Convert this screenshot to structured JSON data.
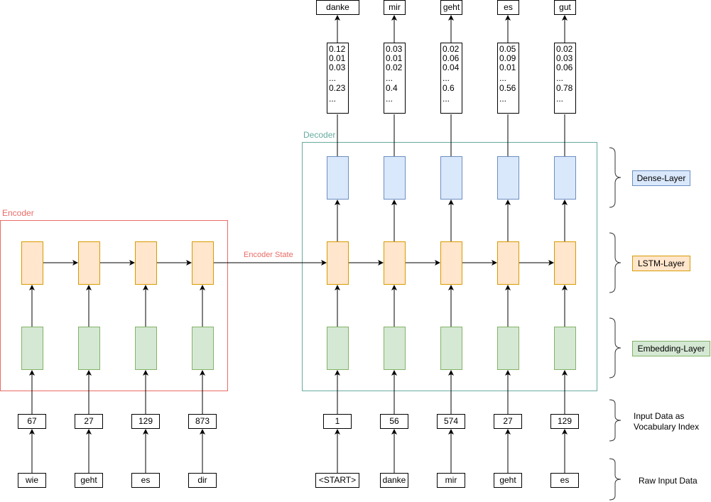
{
  "encoder": {
    "label": "Encoder",
    "state_label": "Encoder State",
    "input_words": [
      "wie",
      "geht",
      "es",
      "dir"
    ],
    "input_indices": [
      "67",
      "27",
      "129",
      "873"
    ]
  },
  "decoder": {
    "label": "Decoder",
    "input_words": [
      "<START>",
      "danke",
      "mir",
      "geht",
      "es"
    ],
    "input_indices": [
      "1",
      "56",
      "574",
      "27",
      "129"
    ],
    "output_probabilities": [
      [
        "0.12",
        "0.01",
        "0.03",
        "...",
        "0.23",
        "..."
      ],
      [
        "0.03",
        "0.01",
        "0.02",
        "...",
        "0.4",
        "..."
      ],
      [
        "0.02",
        "0.06",
        "0.04",
        "...",
        "0.6",
        "..."
      ],
      [
        "0.05",
        "0.09",
        "0.01",
        "...",
        "0.56",
        "..."
      ],
      [
        "0.02",
        "0.03",
        "0.06",
        "...",
        "0.78",
        "..."
      ]
    ],
    "output_words": [
      "danke",
      "mir",
      "geht",
      "es",
      "gut"
    ]
  },
  "legend": {
    "dense": "Dense-Layer",
    "lstm": "LSTM-Layer",
    "embedding": "Embedding-Layer",
    "input_index": "Input Data as Vocabulary Index",
    "raw_input": "Raw Input Data"
  },
  "colors": {
    "encoder_frame": "#ea6b66",
    "decoder_frame": "#67ab9f",
    "lstm_fill": "#ffe6cc",
    "lstm_stroke": "#d79b00",
    "embedding_fill": "#d5e8d4",
    "embedding_stroke": "#82b366",
    "dense_fill": "#dae8fc",
    "dense_stroke": "#6c8ebf"
  }
}
